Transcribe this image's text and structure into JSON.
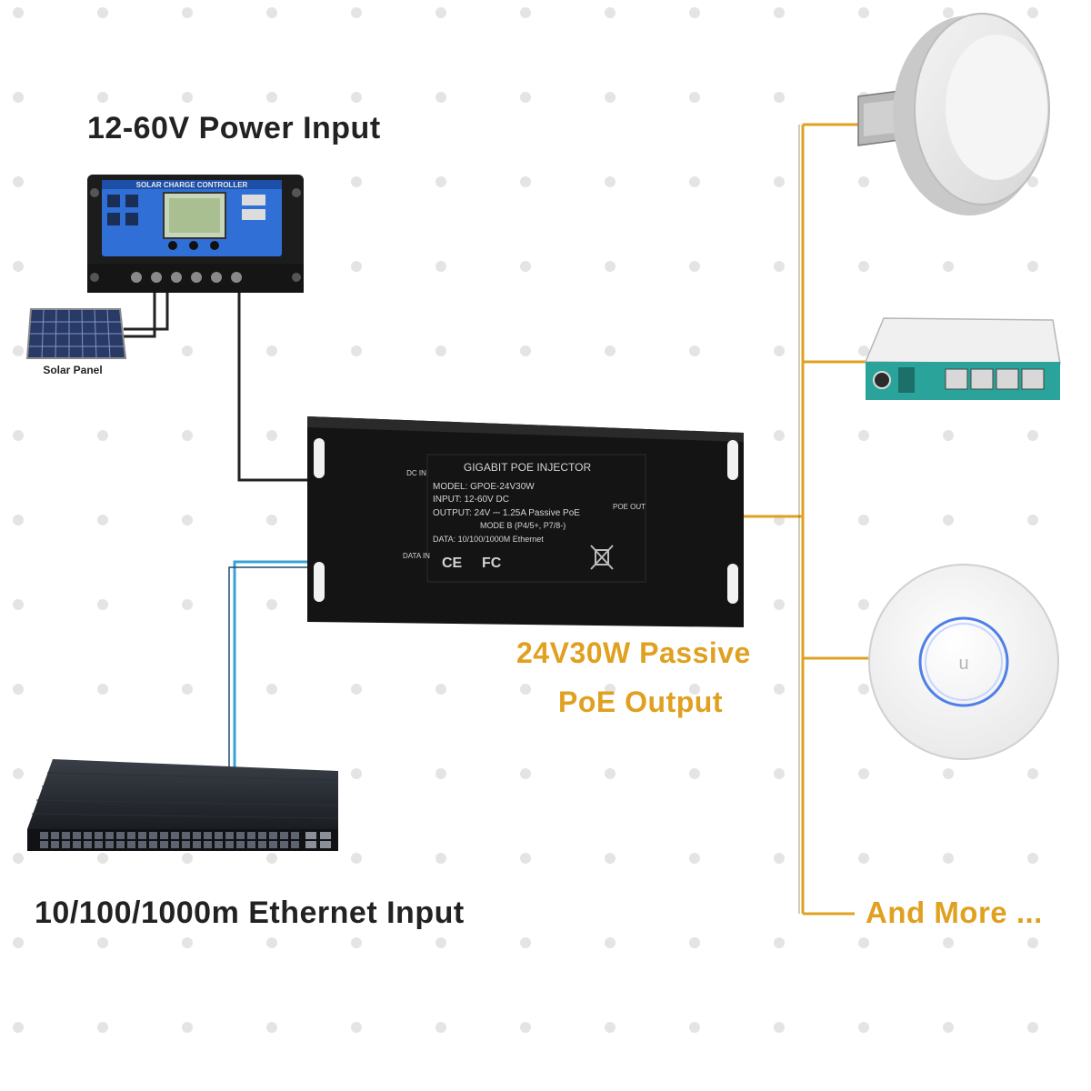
{
  "labels": {
    "power_input": "12-60V Power Input",
    "ethernet_input": "10/100/1000m Ethernet Input",
    "poe_output_line1": "24V30W Passive",
    "poe_output_line2": "PoE Output",
    "and_more": "And More ..."
  },
  "solar_panel": {
    "label": "Solar Panel"
  },
  "charge_controller": {
    "title": "SOLAR CHARGE CONTROLLER"
  },
  "injector": {
    "dc_in": "DC IN",
    "data_in": "DATA IN",
    "poe_out": "POE OUT",
    "title": "GIGABIT POE INJECTOR",
    "model": "MODEL: GPOE-24V30W",
    "input": "INPUT: 12-60V DC",
    "output": "OUTPUT: 24V ⎓ 1.25A Passive PoE",
    "mode": "MODE B (P4/5+, P7/8-)",
    "data": "DATA: 10/100/1000M Ethernet",
    "ce_mark": "CE",
    "fc_mark": "FC"
  },
  "colors": {
    "power_line": "#222222",
    "ethernet_line": "#3aa0d8",
    "poe_line": "#e0a020",
    "label_dark": "#222222",
    "label_gold": "#e0a020",
    "router_accent": "#2aa39a"
  },
  "icons": [
    "solar-panel-icon",
    "charge-controller-icon",
    "poe-injector-icon",
    "network-switch-icon",
    "outdoor-cpe-icon",
    "router-icon",
    "ceiling-access-point-icon"
  ]
}
